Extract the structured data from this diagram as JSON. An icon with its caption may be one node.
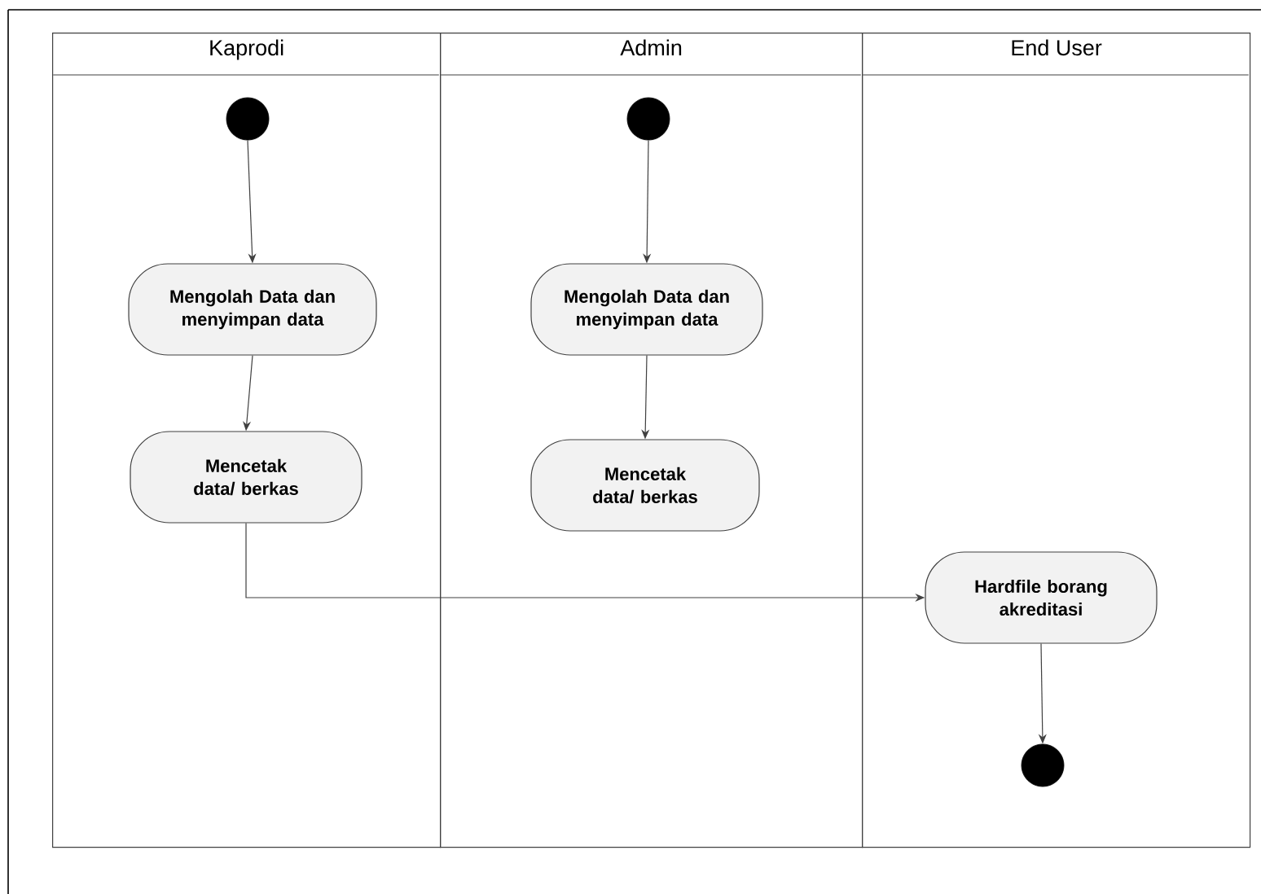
{
  "diagram": {
    "nodes": [
      {
        "text": [
          "Kaprodi"
        ]
      },
      {
        "text": [
          "Admin"
        ]
      },
      {
        "text": [
          "End User"
        ]
      },
      {
        "text": [],
        "shape": "circle",
        "in": 0
      },
      {
        "text": [
          "Mengolah Data dan menyimpan data"
        ],
        "in": 0
      },
      {
        "text": [
          "Mencetak data/ berkas"
        ],
        "in": 0
      },
      {
        "text": [],
        "shape": "circle",
        "in": 1
      },
      {
        "text": [
          "Mengolah Data dan menyimpan data"
        ],
        "in": 1
      },
      {
        "text": [
          "Mencetak data/ berkas"
        ],
        "in": 1
      },
      {
        "text": [
          "Hardfile borang akreditasi"
        ],
        "in": 2
      },
      {
        "text": [],
        "shape": "circle",
        "in": 2
      }
    ],
    "edges": [
      {
        "from": 3,
        "to": 4,
        "arrow": "to"
      },
      {
        "from": 4,
        "to": 5,
        "arrow": "to"
      },
      {
        "from": 6,
        "to": 7,
        "arrow": "to"
      },
      {
        "from": 7,
        "to": 8,
        "arrow": "to"
      },
      {
        "from": 5,
        "to": 9,
        "arrow": "to"
      },
      {
        "from": 9,
        "to": 10,
        "arrow": "to"
      }
    ]
  }
}
